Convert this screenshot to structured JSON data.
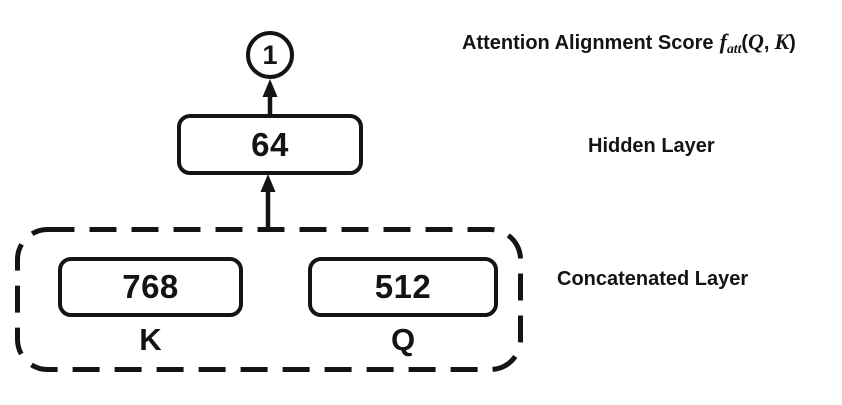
{
  "diagram": {
    "output_node": {
      "label": "1"
    },
    "hidden_layer": {
      "value": "64"
    },
    "concatenated_layer": {
      "k_box": {
        "value": "768",
        "label": "K"
      },
      "q_box": {
        "value": "512",
        "label": "Q"
      }
    }
  },
  "labels": {
    "score": {
      "prefix": "Attention Alignment Score",
      "func": "f",
      "subscript": "att",
      "open_paren": "(",
      "arg1": "Q",
      "comma": ",",
      "arg2": "K",
      "close_paren": ")"
    },
    "hidden": "Hidden Layer",
    "concatenated": "Concatenated Layer"
  },
  "colors": {
    "stroke": "#141414",
    "text": "#141414",
    "background": "#ffffff"
  }
}
